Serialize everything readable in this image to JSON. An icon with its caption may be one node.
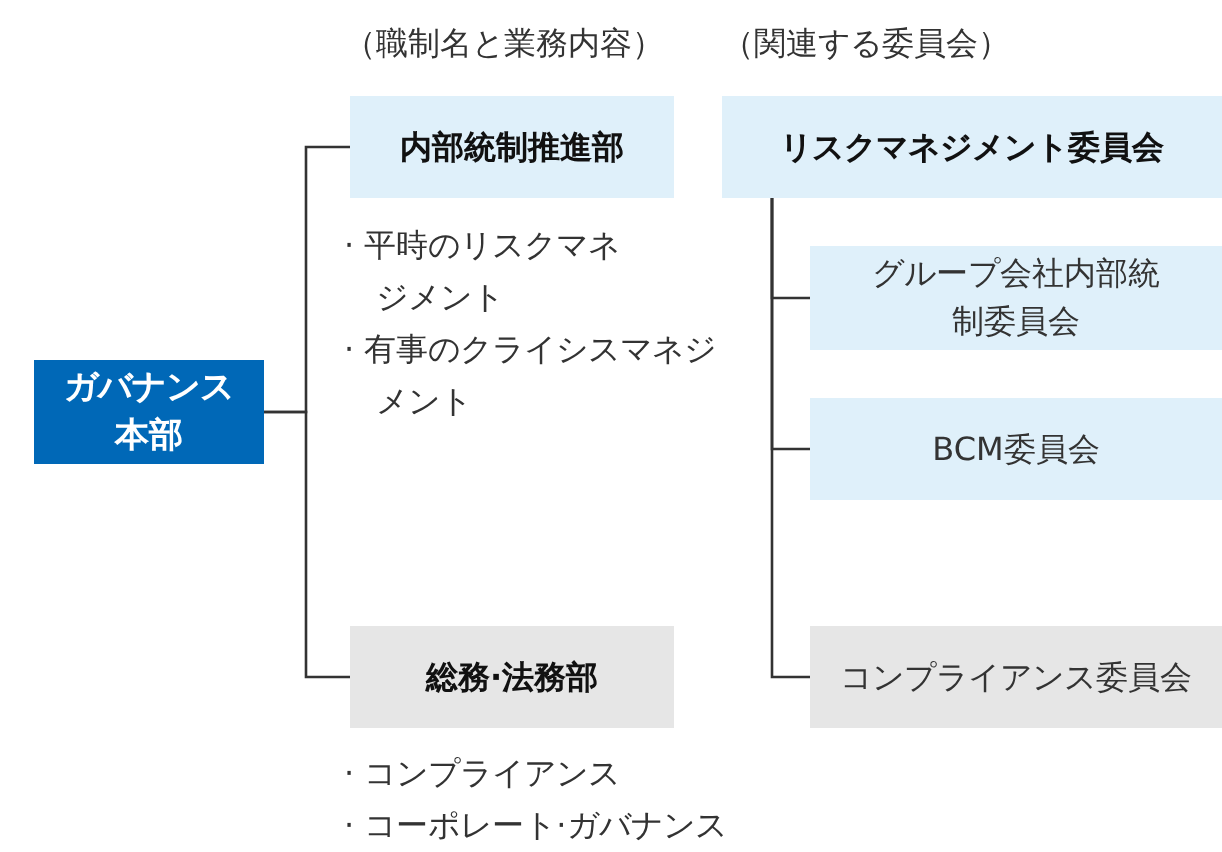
{
  "diagram": {
    "nodes": [
      {
        "text": [
          "ガバナンス本部"
        ]
      },
      {
        "text": [
          "内部統制推進部"
        ],
        "beside": [
          "· 平時のリスクマネジメント",
          "· 有事のクライシスマネジメント"
        ]
      },
      {
        "text": [
          "総務·法務部"
        ],
        "beside": [
          "· コンプライアンス",
          "· コーポレート·ガバナンス"
        ]
      },
      {
        "text": [
          "リスクマネジメント委員会"
        ]
      },
      {
        "text": [
          "グループ会社内部統制委員会"
        ]
      },
      {
        "text": [
          "BCM委員会"
        ]
      },
      {
        "text": [
          "コンプライアンス委員会"
        ]
      }
    ],
    "edges": [
      {
        "from": 0,
        "to": 1,
        "arrow": "none"
      },
      {
        "from": 0,
        "to": 2,
        "arrow": "none"
      },
      {
        "from": 3,
        "to": 4,
        "arrow": "none"
      },
      {
        "from": 3,
        "to": 5,
        "arrow": "none"
      },
      {
        "from": 3,
        "to": 6,
        "arrow": "none"
      }
    ],
    "labels": [
      "（職制名と業務内容）",
      "（関連する委員会）"
    ]
  }
}
